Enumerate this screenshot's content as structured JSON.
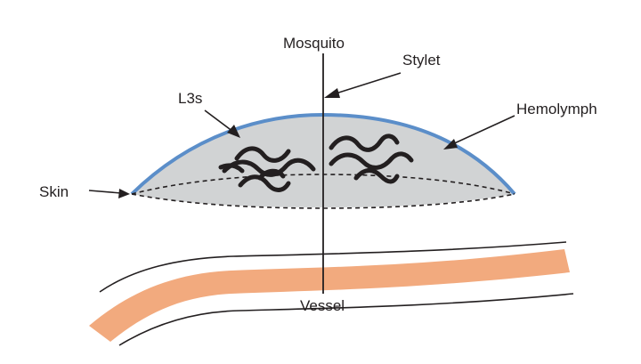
{
  "labels": {
    "mosquito": "Mosquito",
    "stylet": "Stylet",
    "l3s": "L3s",
    "hemolymph": "Hemolymph",
    "skin": "Skin",
    "vessel": "Vessel"
  },
  "colors": {
    "hemolymph_fill": "#d1d3d4",
    "hemolymph_outline": "#5b8ec9",
    "vessel_fill": "#f2aa7e",
    "line": "#231f20"
  }
}
